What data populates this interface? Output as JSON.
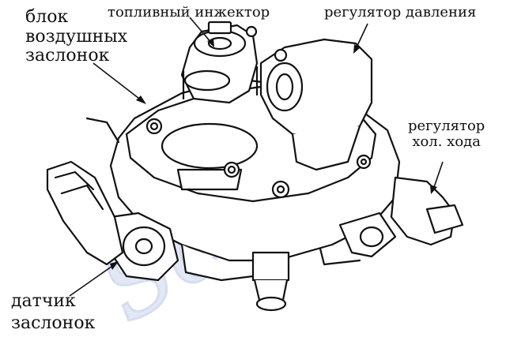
{
  "labels": {
    "air_damper_block": [
      "блок",
      "воздушных",
      "заслонок"
    ],
    "fuel_injector": "топливный инжектор",
    "pressure_regulator": "регулятор давления",
    "idle_regulator": [
      "регулятор",
      "хол. хода"
    ],
    "throttle_sensor": [
      "датчик",
      "заслонок"
    ]
  },
  "colors": {
    "line": "#111111",
    "background": "#ffffff",
    "watermark": "#cfd7ec"
  }
}
